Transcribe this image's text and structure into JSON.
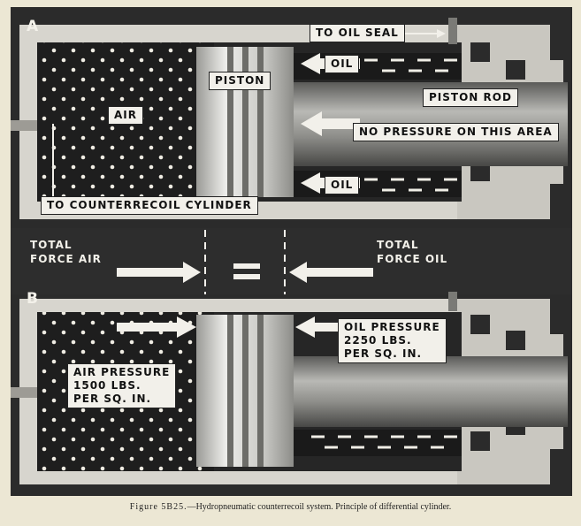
{
  "panels": [
    {
      "letter": "A",
      "labels": {
        "to_oil_seal": "TO OIL SEAL",
        "oil_top": "OIL",
        "piston": "PISTON",
        "piston_rod": "PISTON ROD",
        "air": "AIR",
        "no_pressure": "NO PRESSURE ON THIS AREA",
        "oil_bottom": "OIL",
        "to_counterrecoil": "TO COUNTERRECOIL CYLINDER"
      }
    },
    {
      "letter": "B",
      "labels": {
        "total_force_air": "TOTAL\nFORCE AIR",
        "total_force_oil": "TOTAL\nFORCE OIL",
        "oil_pressure": "OIL PRESSURE\n2250 LBS.\nPER SQ. IN.",
        "air_pressure": "AIR PRESSURE\n1500 LBS.\nPER SQ. IN."
      }
    }
  ],
  "caption": {
    "figure": "Figure 5B25.",
    "text": "—Hydropneumatic counterrecoil system.  Principle of differential cylinder."
  }
}
